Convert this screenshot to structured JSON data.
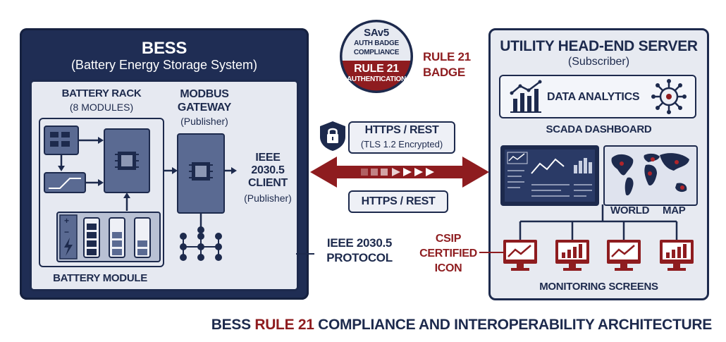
{
  "bess": {
    "title": "BESS",
    "subtitle": "(Battery Energy Storage System)",
    "rack_title": "BATTERY RACK",
    "rack_subtitle": "(8 MODULES)",
    "module_label": "BATTERY MODULE",
    "gateway_title_1": "MODBUS",
    "gateway_title_2": "GATEWAY",
    "gateway_subtitle": "(Publisher)",
    "client_line1": "IEEE",
    "client_line2": "2030.5",
    "client_line3": "CLIENT",
    "client_subtitle": "(Publisher)",
    "protocol_line1": "IEEE 2030.5",
    "protocol_line2": "PROTOCOL"
  },
  "badge": {
    "line1": "SAv5",
    "line2": "AUTH BADGE",
    "line3": "COMPLIANCE",
    "line4": "RULE 21",
    "line5": "AUTHENTICATION",
    "side_label_1": "RULE 21",
    "side_label_2": "BADGE"
  },
  "link": {
    "top_label": "HTTPS / REST",
    "top_sublabel": "(TLS 1.2 Encrypted)",
    "bottom_label": "HTTPS / REST",
    "lock_icon": "lock-icon"
  },
  "server": {
    "title": "UTILITY HEAD-END SERVER",
    "subtitle": "(Subscriber)",
    "analytics_label": "DATA ANALYTICS",
    "scada_label": "SCADA DASHBOARD",
    "world_label": "WORLD",
    "map_label": "MAP",
    "monitoring_label": "MONITORING SCREENS",
    "csip_line1": "CSIP",
    "csip_line2": "CERTIFIED",
    "csip_line3": "ICON"
  },
  "footer": {
    "part1": "BESS ",
    "part2": "RULE 21",
    "part3": " COMPLIANCE AND INTEROPERABILITY ARCHITECTURE"
  },
  "colors": {
    "navy": "#1d2a4d",
    "red": "#8e1c1f",
    "panel_light": "#e7eaf1"
  }
}
